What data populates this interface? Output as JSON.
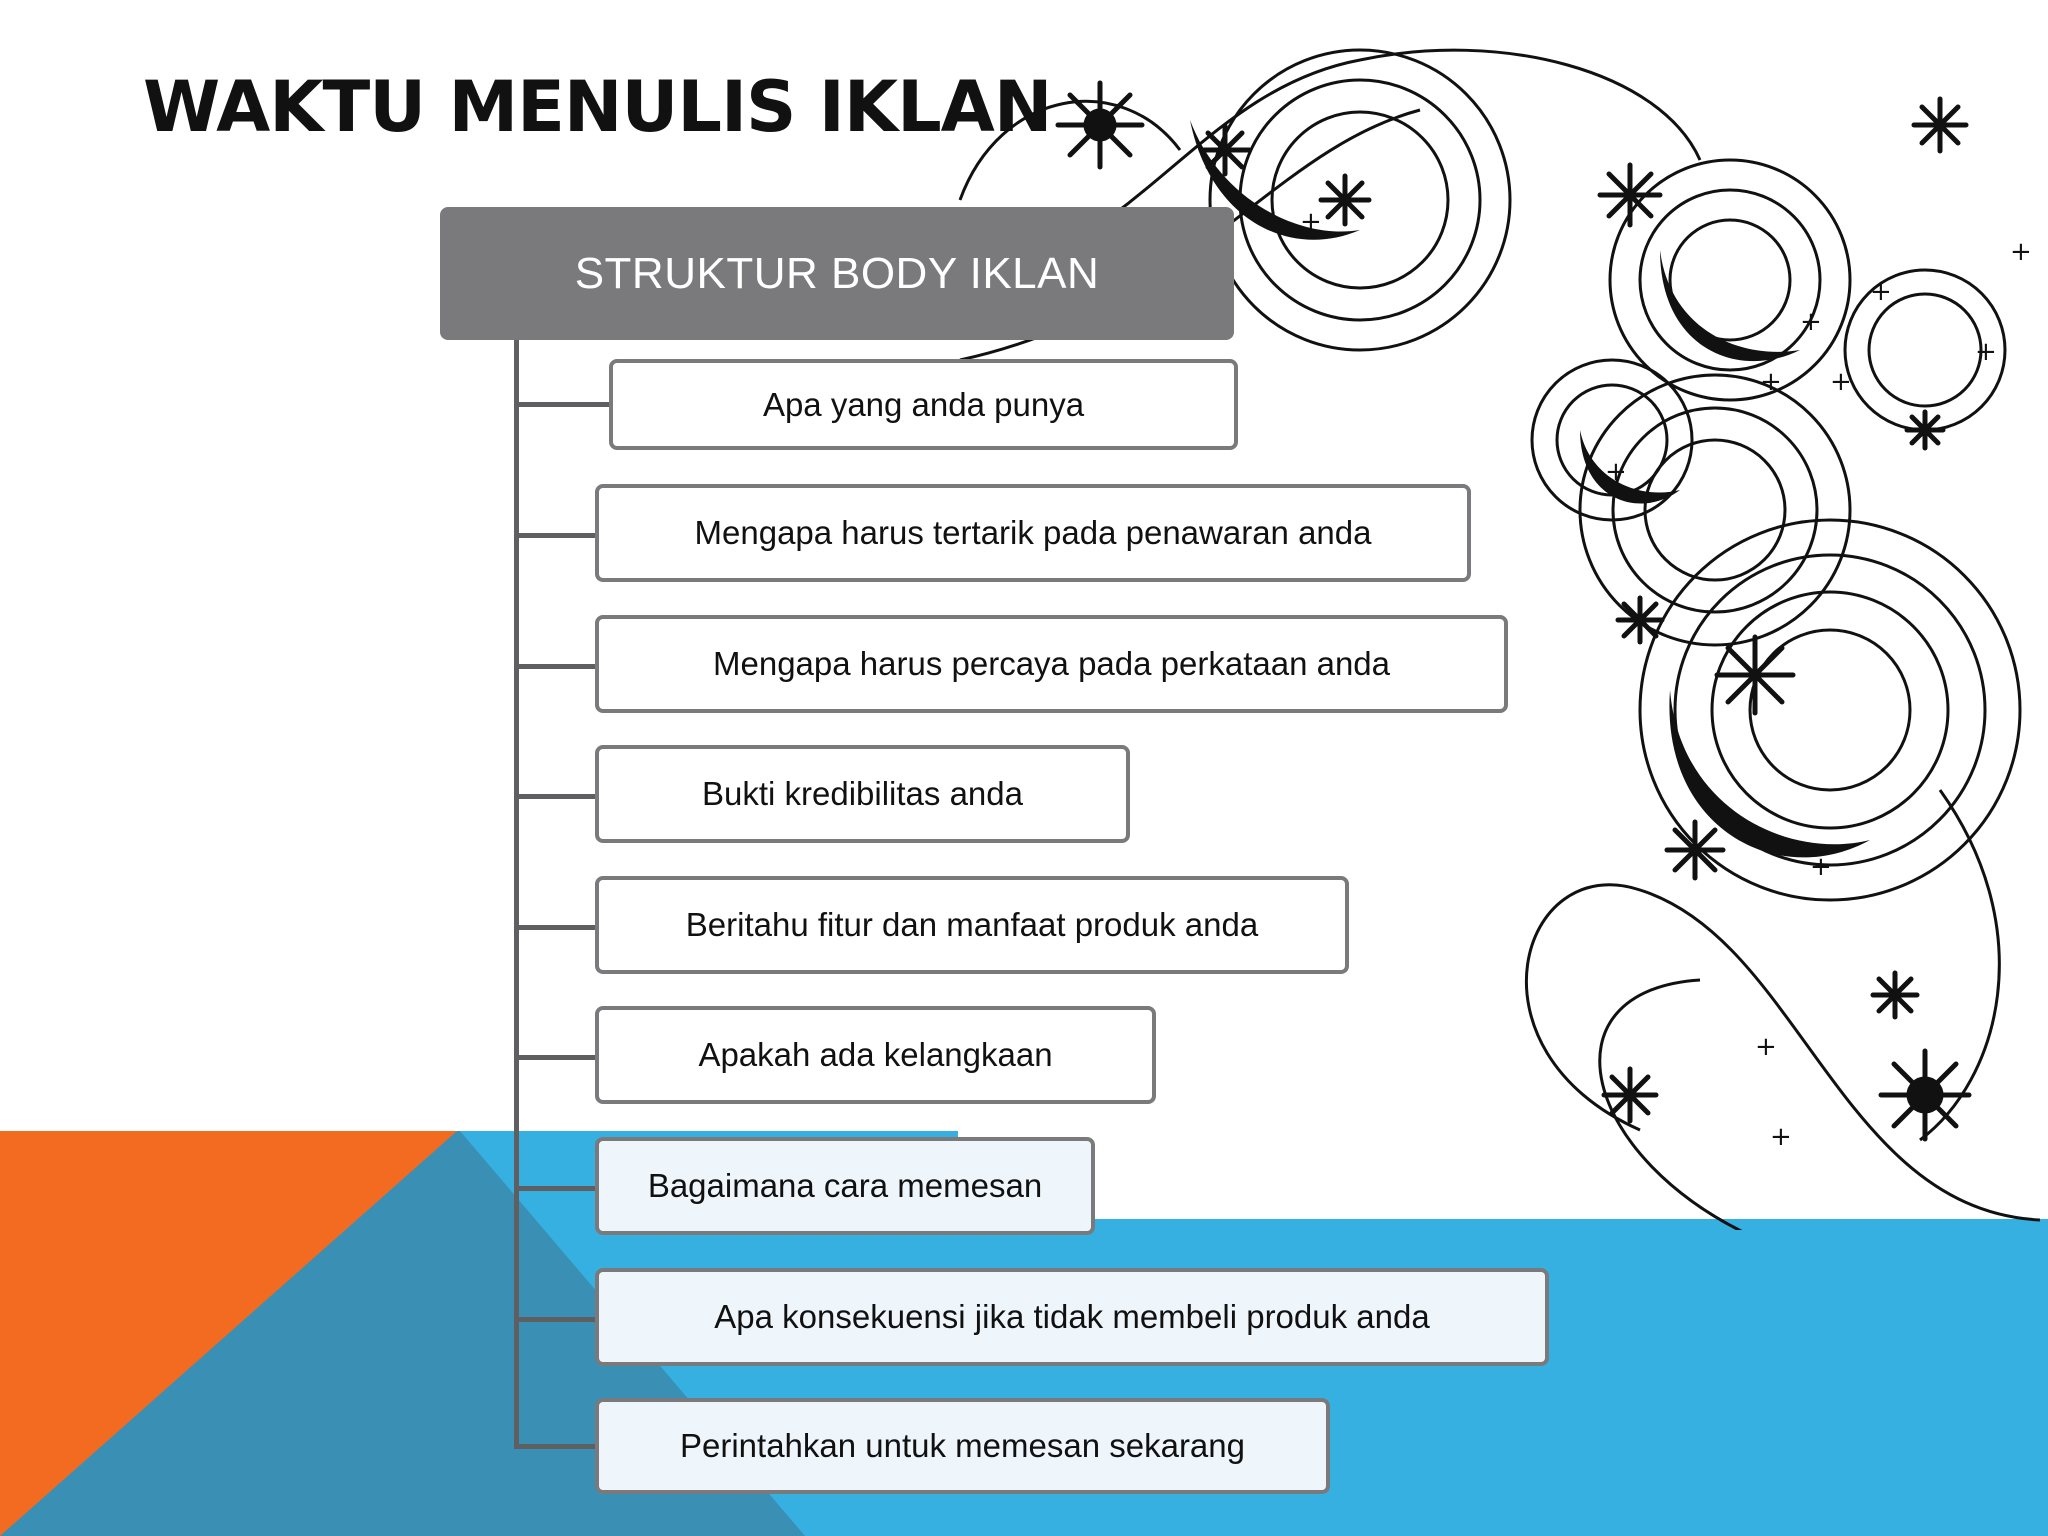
{
  "slide": {
    "title": "WAKTU MENULIS IKLAN"
  },
  "diagram": {
    "root": "STRUKTUR BODY IKLAN",
    "items": [
      "Apa yang anda punya",
      "Mengapa harus tertarik pada penawaran anda",
      "Mengapa harus percaya pada perkataan anda",
      "Bukti kredibilitas anda",
      "Beritahu fitur dan manfaat produk anda",
      "Apakah ada kelangkaan",
      "Bagaimana cara memesan",
      "Apa konsekuensi jika tidak membeli produk anda",
      "Perintahkan untuk memesan sekarang"
    ]
  },
  "colors": {
    "orange": "#f26b21",
    "blue": "#36b0e0",
    "steel": "#3a8fb5",
    "box_gray": "#7a7a7c",
    "connector": "#5f5f61"
  }
}
